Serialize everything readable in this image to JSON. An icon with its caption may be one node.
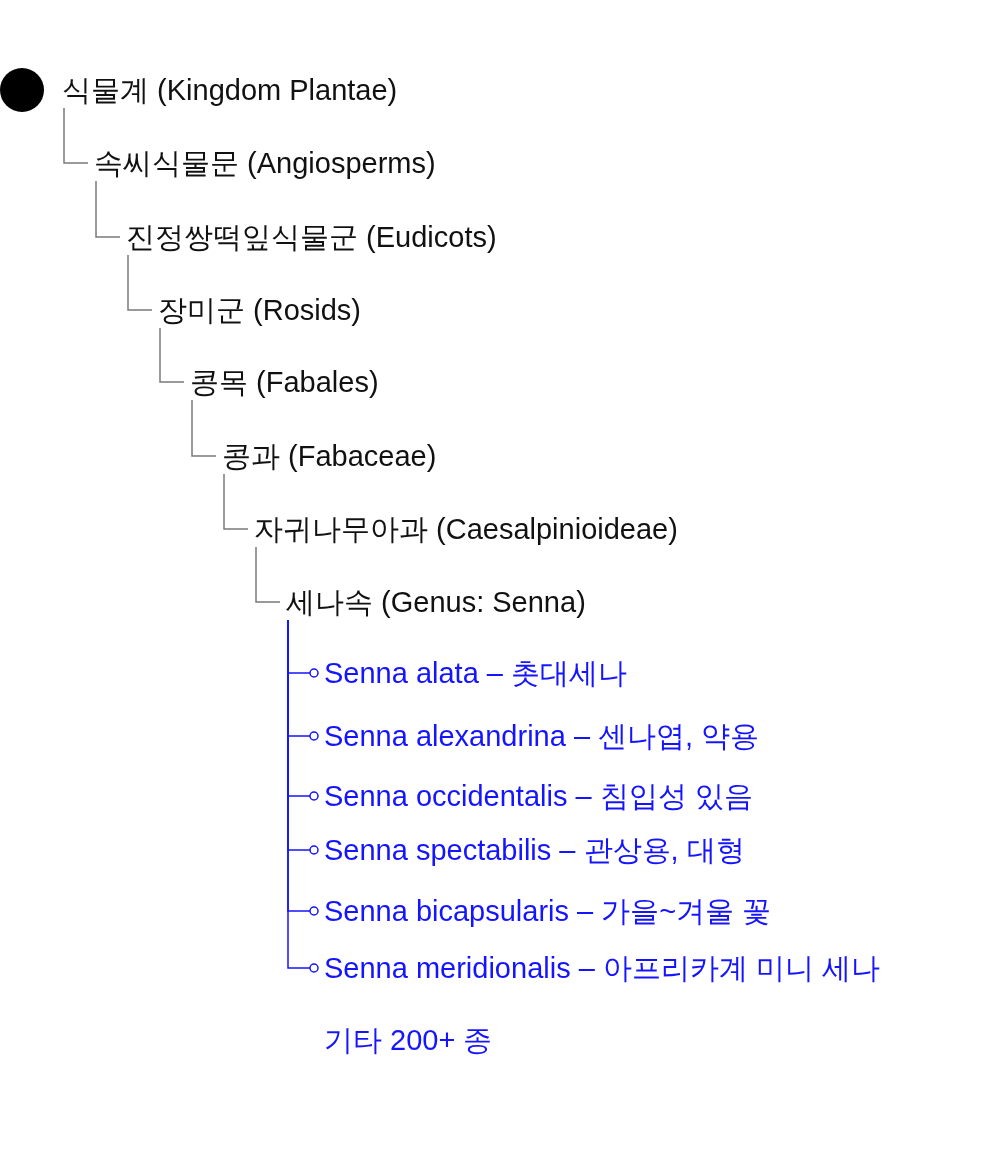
{
  "diagram": {
    "nodes": [
      {
        "text": [
          "식물계 (Kingdom Plantae)"
        ]
      },
      {
        "text": [
          "속씨식물문 (Angiosperms)"
        ]
      },
      {
        "text": [
          "진정쌍떡잎식물군 (Eudicots)"
        ]
      },
      {
        "text": [
          "장미군 (Rosids)"
        ]
      },
      {
        "text": [
          "콩목 (Fabales)"
        ]
      },
      {
        "text": [
          "콩과 (Fabaceae)"
        ]
      },
      {
        "text": [
          "자귀나무아과 (Caesalpinioideae)"
        ]
      },
      {
        "text": [
          "세나속 (Genus: Senna)"
        ]
      },
      {
        "text": [
          "Senna alata – 촛대세나"
        ]
      },
      {
        "text": [
          "Senna alexandrina – 센나엽, 약용"
        ]
      },
      {
        "text": [
          "Senna occidentalis – 침입성 있음"
        ]
      },
      {
        "text": [
          "Senna spectabilis – 관상용, 대형"
        ]
      },
      {
        "text": [
          "Senna bicapsularis – 가을~겨울 꽃"
        ]
      },
      {
        "text": [
          "Senna meridionalis – 아프리카계 미니 세나"
        ]
      }
    ],
    "edges": [
      {
        "from": 0,
        "to": 1,
        "arrow": "none"
      },
      {
        "from": 1,
        "to": 2,
        "arrow": "none"
      },
      {
        "from": 2,
        "to": 3,
        "arrow": "none"
      },
      {
        "from": 3,
        "to": 4,
        "arrow": "none"
      },
      {
        "from": 4,
        "to": 5,
        "arrow": "none"
      },
      {
        "from": 5,
        "to": 6,
        "arrow": "none"
      },
      {
        "from": 6,
        "to": 7,
        "arrow": "none"
      },
      {
        "from": 7,
        "to": 8,
        "arrow": "other",
        "color": "#1414ff"
      },
      {
        "from": 7,
        "to": 9,
        "arrow": "other",
        "color": "#1414ff"
      },
      {
        "from": 7,
        "to": 10,
        "arrow": "other",
        "color": "#1414ff"
      },
      {
        "from": 7,
        "to": 11,
        "arrow": "other",
        "color": "#1414ff"
      },
      {
        "from": 7,
        "to": 12,
        "arrow": "other",
        "color": "#1414ff"
      },
      {
        "from": 7,
        "to": 13,
        "arrow": "other",
        "color": "#1414ff"
      }
    ],
    "labels": [
      "기타 200+ 종"
    ]
  }
}
